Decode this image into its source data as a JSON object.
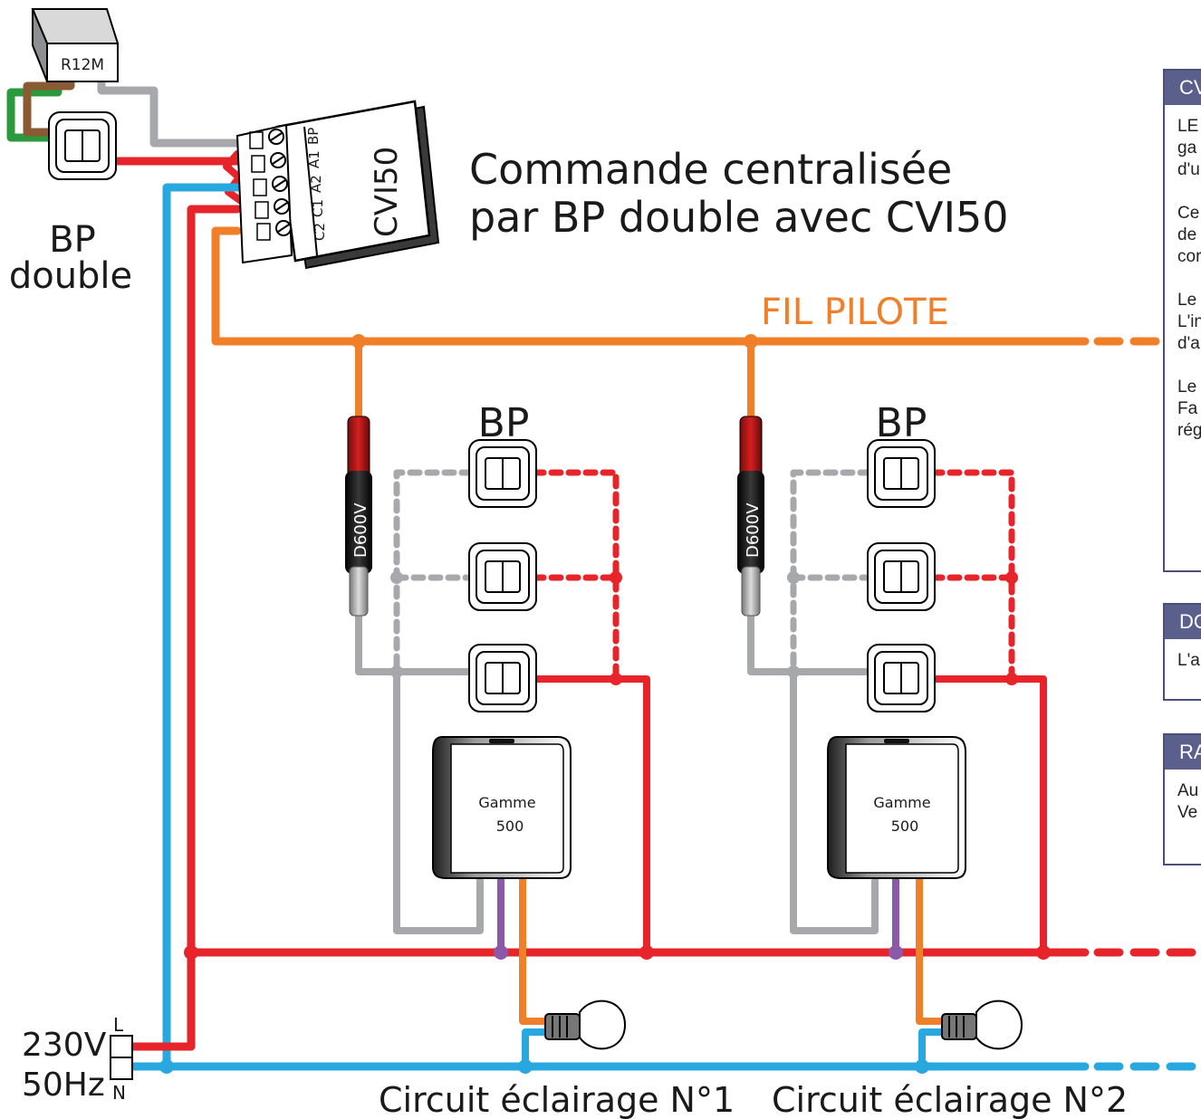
{
  "title": {
    "line1": "Commande centralisée",
    "line2": "par BP double avec CVI50"
  },
  "labels": {
    "r12m": "R12M",
    "bp_double_1": "BP",
    "bp_double_2": "double",
    "cvi50": "CVI50",
    "terminals": [
      "BP",
      "A1",
      "A2",
      "C1",
      "C2"
    ],
    "fil_pilote": "FIL PILOTE",
    "bp_1": "BP",
    "bp_2": "BP",
    "d600v_1": "D600V",
    "d600v_2": "D600V",
    "gamme_1_line1": "Gamme",
    "gamme_1_line2": "500",
    "gamme_2_line1": "Gamme",
    "gamme_2_line2": "500",
    "supply_voltage": "230V",
    "supply_freq": "50Hz",
    "phase": "L",
    "neutral": "N",
    "circuit_1": "Circuit éclairage N°1",
    "circuit_2": "Circuit éclairage N°2"
  },
  "side_panels": [
    {
      "header": "CV",
      "body": [
        "LE\nga\nd'u",
        "Ce\nde\ncor",
        "Le\nL'in\nd'a",
        "Le\nFa\nrég"
      ]
    },
    {
      "header": "DO",
      "body": [
        "L'a"
      ]
    },
    {
      "header": "RA",
      "body": [
        "Au\nVe"
      ]
    }
  ],
  "colors": {
    "phase": "#e8242b",
    "neutral": "#29a8e0",
    "pilot": "#f07f2a",
    "return": "#a6a8ab",
    "earth": "#2b9a3f",
    "brown": "#8a5a32",
    "violet": "#8a5aa8",
    "panel_header": "#5a5f8c"
  }
}
